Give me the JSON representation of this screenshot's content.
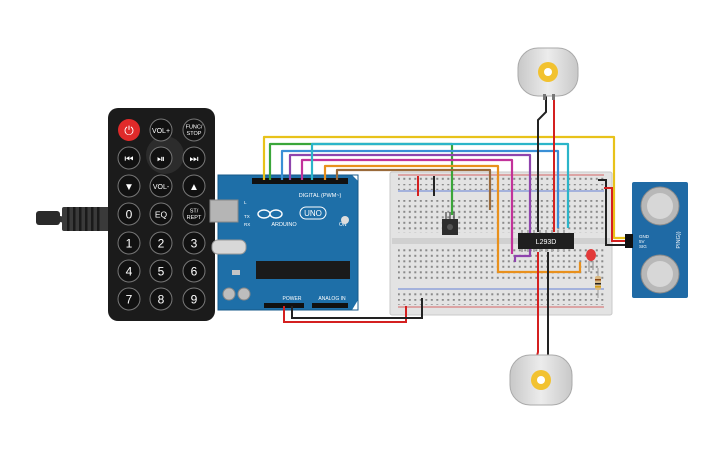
{
  "remote": {
    "power": "⏻",
    "vol_up": "VOL+",
    "func_stop_1": "FUNC/",
    "func_stop_2": "STOP",
    "prev": "⏮",
    "play_pause": "⏯",
    "next": "⏭",
    "down": "▼",
    "vol_down": "VOL-",
    "up": "▲",
    "zero": "0",
    "eq": "EQ",
    "st_rept_1": "ST/",
    "st_rept_2": "REPT",
    "digits": [
      "1",
      "2",
      "3",
      "4",
      "5",
      "6",
      "7",
      "8",
      "9"
    ]
  },
  "arduino": {
    "brand": "UNO",
    "maker": "ARDUINO",
    "digital_label": "DIGITAL (PWM~)",
    "power_label": "POWER",
    "analog_label": "ANALOG IN",
    "on_label": "ON",
    "tx_label": "TX",
    "rx_label": "RX",
    "l_label": "L"
  },
  "driver_chip": {
    "label": "L293D"
  },
  "ultrasonic": {
    "label": "PING))",
    "pin_labels": [
      "GND",
      "5V",
      "SIG"
    ]
  },
  "colors": {
    "arduino_board": "#1e6fa8",
    "breadboard": "#e3e3e3",
    "wire_yellow": "#e8c21a",
    "wire_green": "#3aa63a",
    "wire_blue": "#3a8fd6",
    "wire_purple": "#8e44ad",
    "wire_magenta": "#c2329a",
    "wire_teal": "#2bb5c9",
    "wire_orange": "#e8901c",
    "wire_red": "#d42020",
    "wire_black": "#222222",
    "motor_gear": "#f2c230"
  }
}
